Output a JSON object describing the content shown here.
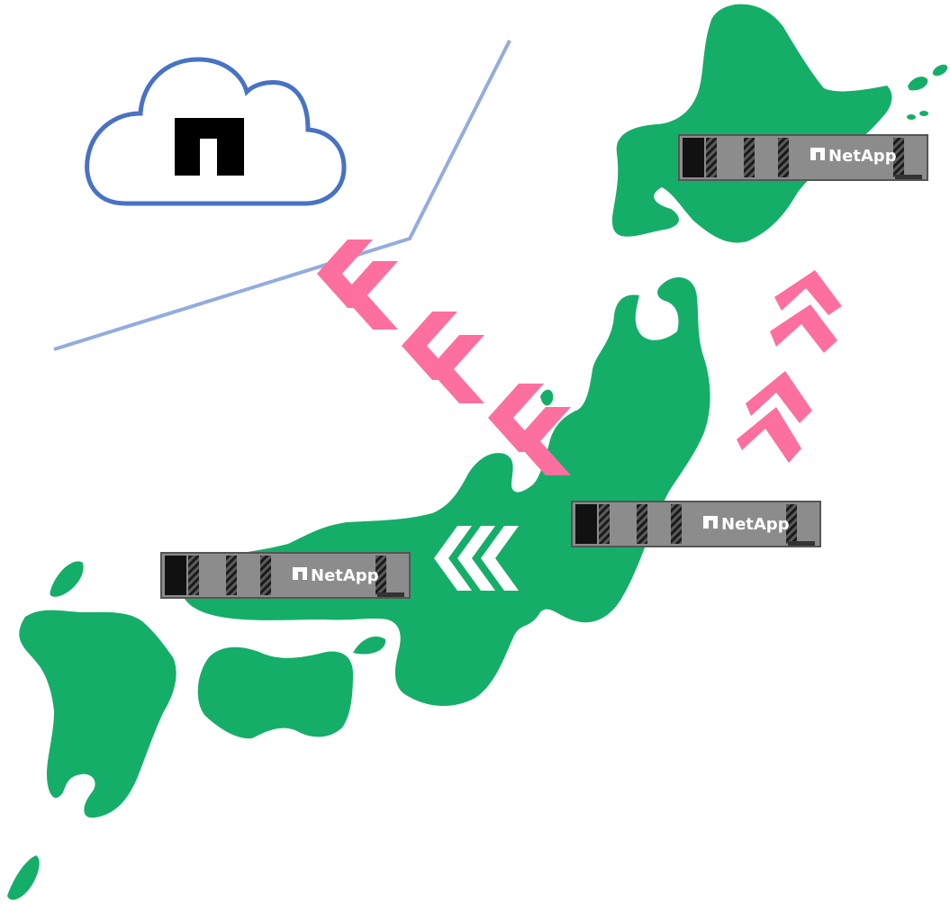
{
  "colors": {
    "land": "#15ae68",
    "arrow_pink": "#fd6f9f",
    "arrow_white": "#ffffff",
    "cloud_stroke": "#4872c4",
    "line": "#93acdd",
    "appliance_dark": "#111111",
    "appliance_grey": "#8c8c8c"
  },
  "icons": {
    "cloud": "cloud-icon",
    "cloud_logo": "netapp-logo-icon",
    "arrow": "chevron-icon"
  },
  "appliances": [
    {
      "id": "north",
      "label": "NetApp"
    },
    {
      "id": "central",
      "label": "NetApp"
    },
    {
      "id": "west",
      "label": "NetApp"
    }
  ]
}
